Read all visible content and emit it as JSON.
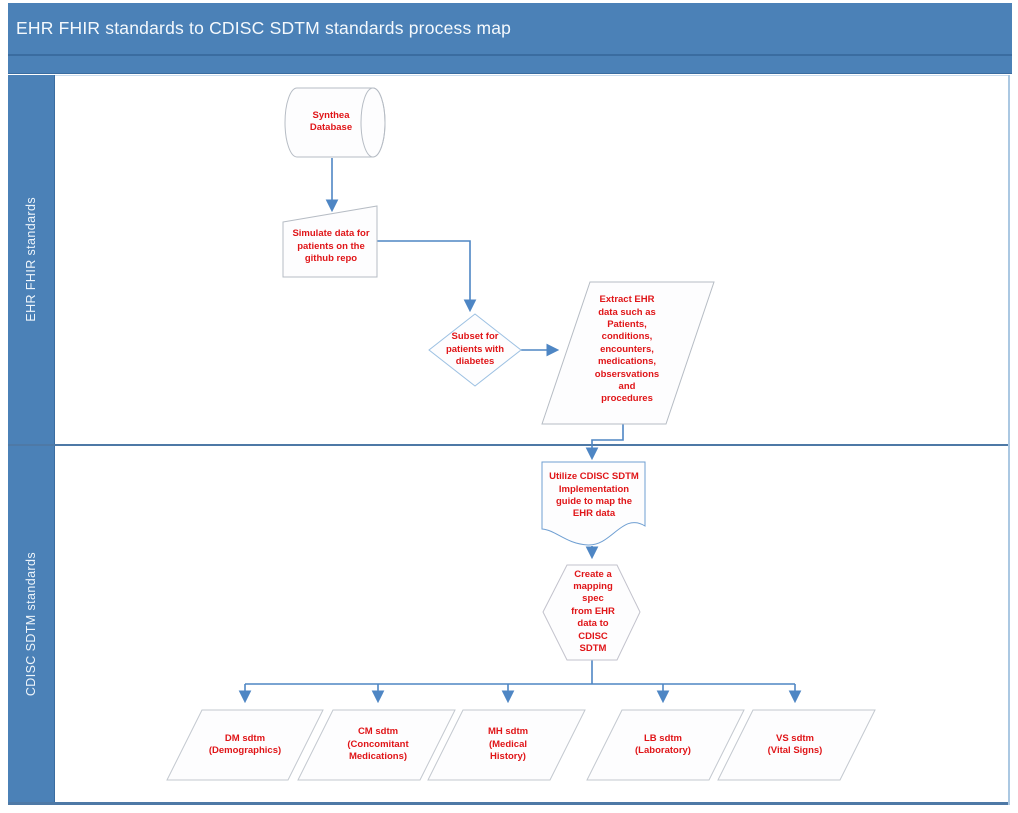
{
  "title": "EHR FHIR standards to CDISC SDTM standards process map",
  "lanes": {
    "lane1": {
      "label": "EHR FHIR standards"
    },
    "lane2": {
      "label": "CDISC SDTM standards"
    }
  },
  "nodes": {
    "synthea_database": {
      "label": "Synthea\nDatabase",
      "shape": "database-cylinder"
    },
    "simulate_data": {
      "label": "Simulate data for\npatients on the\ngithub repo",
      "shape": "manual-input"
    },
    "subset_diabetes": {
      "label": "Subset for\npatients with\ndiabetes",
      "shape": "decision-diamond"
    },
    "extract_ehr_data": {
      "label": "Extract  EHR\ndata such as\nPatients,\nconditions,\nencounters,\nmedications,\nobsersvations\nand\nprocedures",
      "shape": "data-parallelogram"
    },
    "utilize_ig": {
      "label": "Utilize CDISC SDTM\nImplementation\nguide to map the\nEHR data",
      "shape": "document"
    },
    "create_mapping_spec": {
      "label": "Create a\nmapping\nspec\nfrom EHR\ndata to\nCDISC\nSDTM",
      "shape": "hexagon"
    },
    "dm_sdtm": {
      "label": "DM sdtm\n(Demographics)",
      "shape": "data-parallelogram"
    },
    "cm_sdtm": {
      "label": "CM sdtm\n(Concomitant\nMedications)",
      "shape": "data-parallelogram"
    },
    "mh_sdtm": {
      "label": "MH sdtm\n(Medical\nHistory)",
      "shape": "data-parallelogram"
    },
    "lb_sdtm": {
      "label": "LB sdtm\n(Laboratory)",
      "shape": "data-parallelogram"
    },
    "vs_sdtm": {
      "label": "VS sdtm\n(Vital Signs)",
      "shape": "data-parallelogram"
    }
  },
  "colors": {
    "header_blue": "#4b81b7",
    "connector_blue": "#4e86c4",
    "node_text_red": "#e01518",
    "lane_divider_blue": "#4e79a6",
    "shape_outline_gray": "#b6bcc4",
    "shape_outline_blue": "#6f9fd2"
  }
}
